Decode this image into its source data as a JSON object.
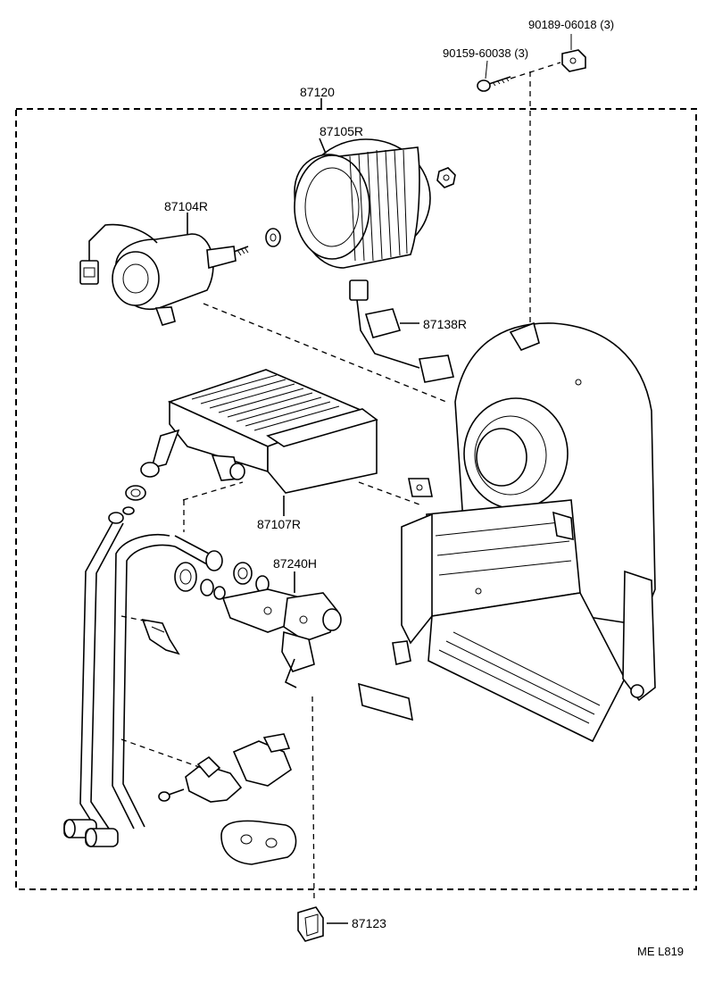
{
  "labels": {
    "assembly": "87120",
    "blower_fan": "87105R",
    "blower_motor": "87104R",
    "resistor": "87138R",
    "heater_core": "87107R",
    "water_valve": "87240H",
    "clip": "87123",
    "screw": "90159-60038 (3)",
    "nut": "90189-06018 (3)"
  },
  "footer_code": "ME  L819"
}
